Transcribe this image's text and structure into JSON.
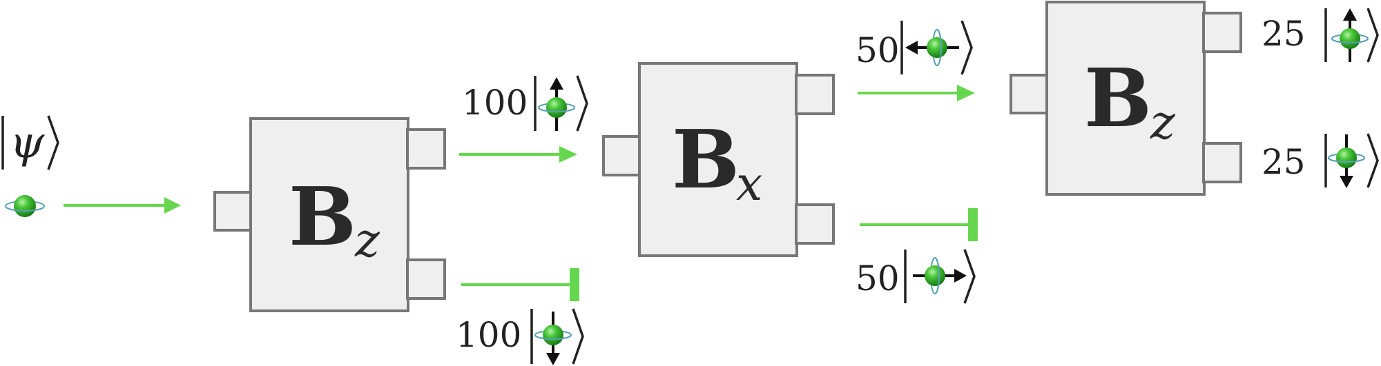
{
  "input": {
    "state": "ψ",
    "icon": "spin-unpolarized-icon"
  },
  "boxes": [
    {
      "letter": "B",
      "subscript": "z"
    },
    {
      "letter": "B",
      "subscript": "x"
    },
    {
      "letter": "B",
      "subscript": "z"
    }
  ],
  "outputs": [
    {
      "count": "100",
      "icon": "spin-up-icon",
      "passed": true
    },
    {
      "count": "100",
      "icon": "spin-down-icon",
      "passed": false
    },
    {
      "count": "50",
      "icon": "spin-left-icon",
      "passed": true
    },
    {
      "count": "50",
      "icon": "spin-right-icon",
      "passed": false
    },
    {
      "count": "25",
      "icon": "spin-up-icon",
      "passed": true
    },
    {
      "count": "25",
      "icon": "spin-down-icon",
      "passed": true
    }
  ],
  "colors": {
    "beam": "#66d64e",
    "box_fill": "#efefef",
    "box_stroke": "#777777",
    "ball": "#22a522",
    "ring": "#5aa0b4"
  }
}
